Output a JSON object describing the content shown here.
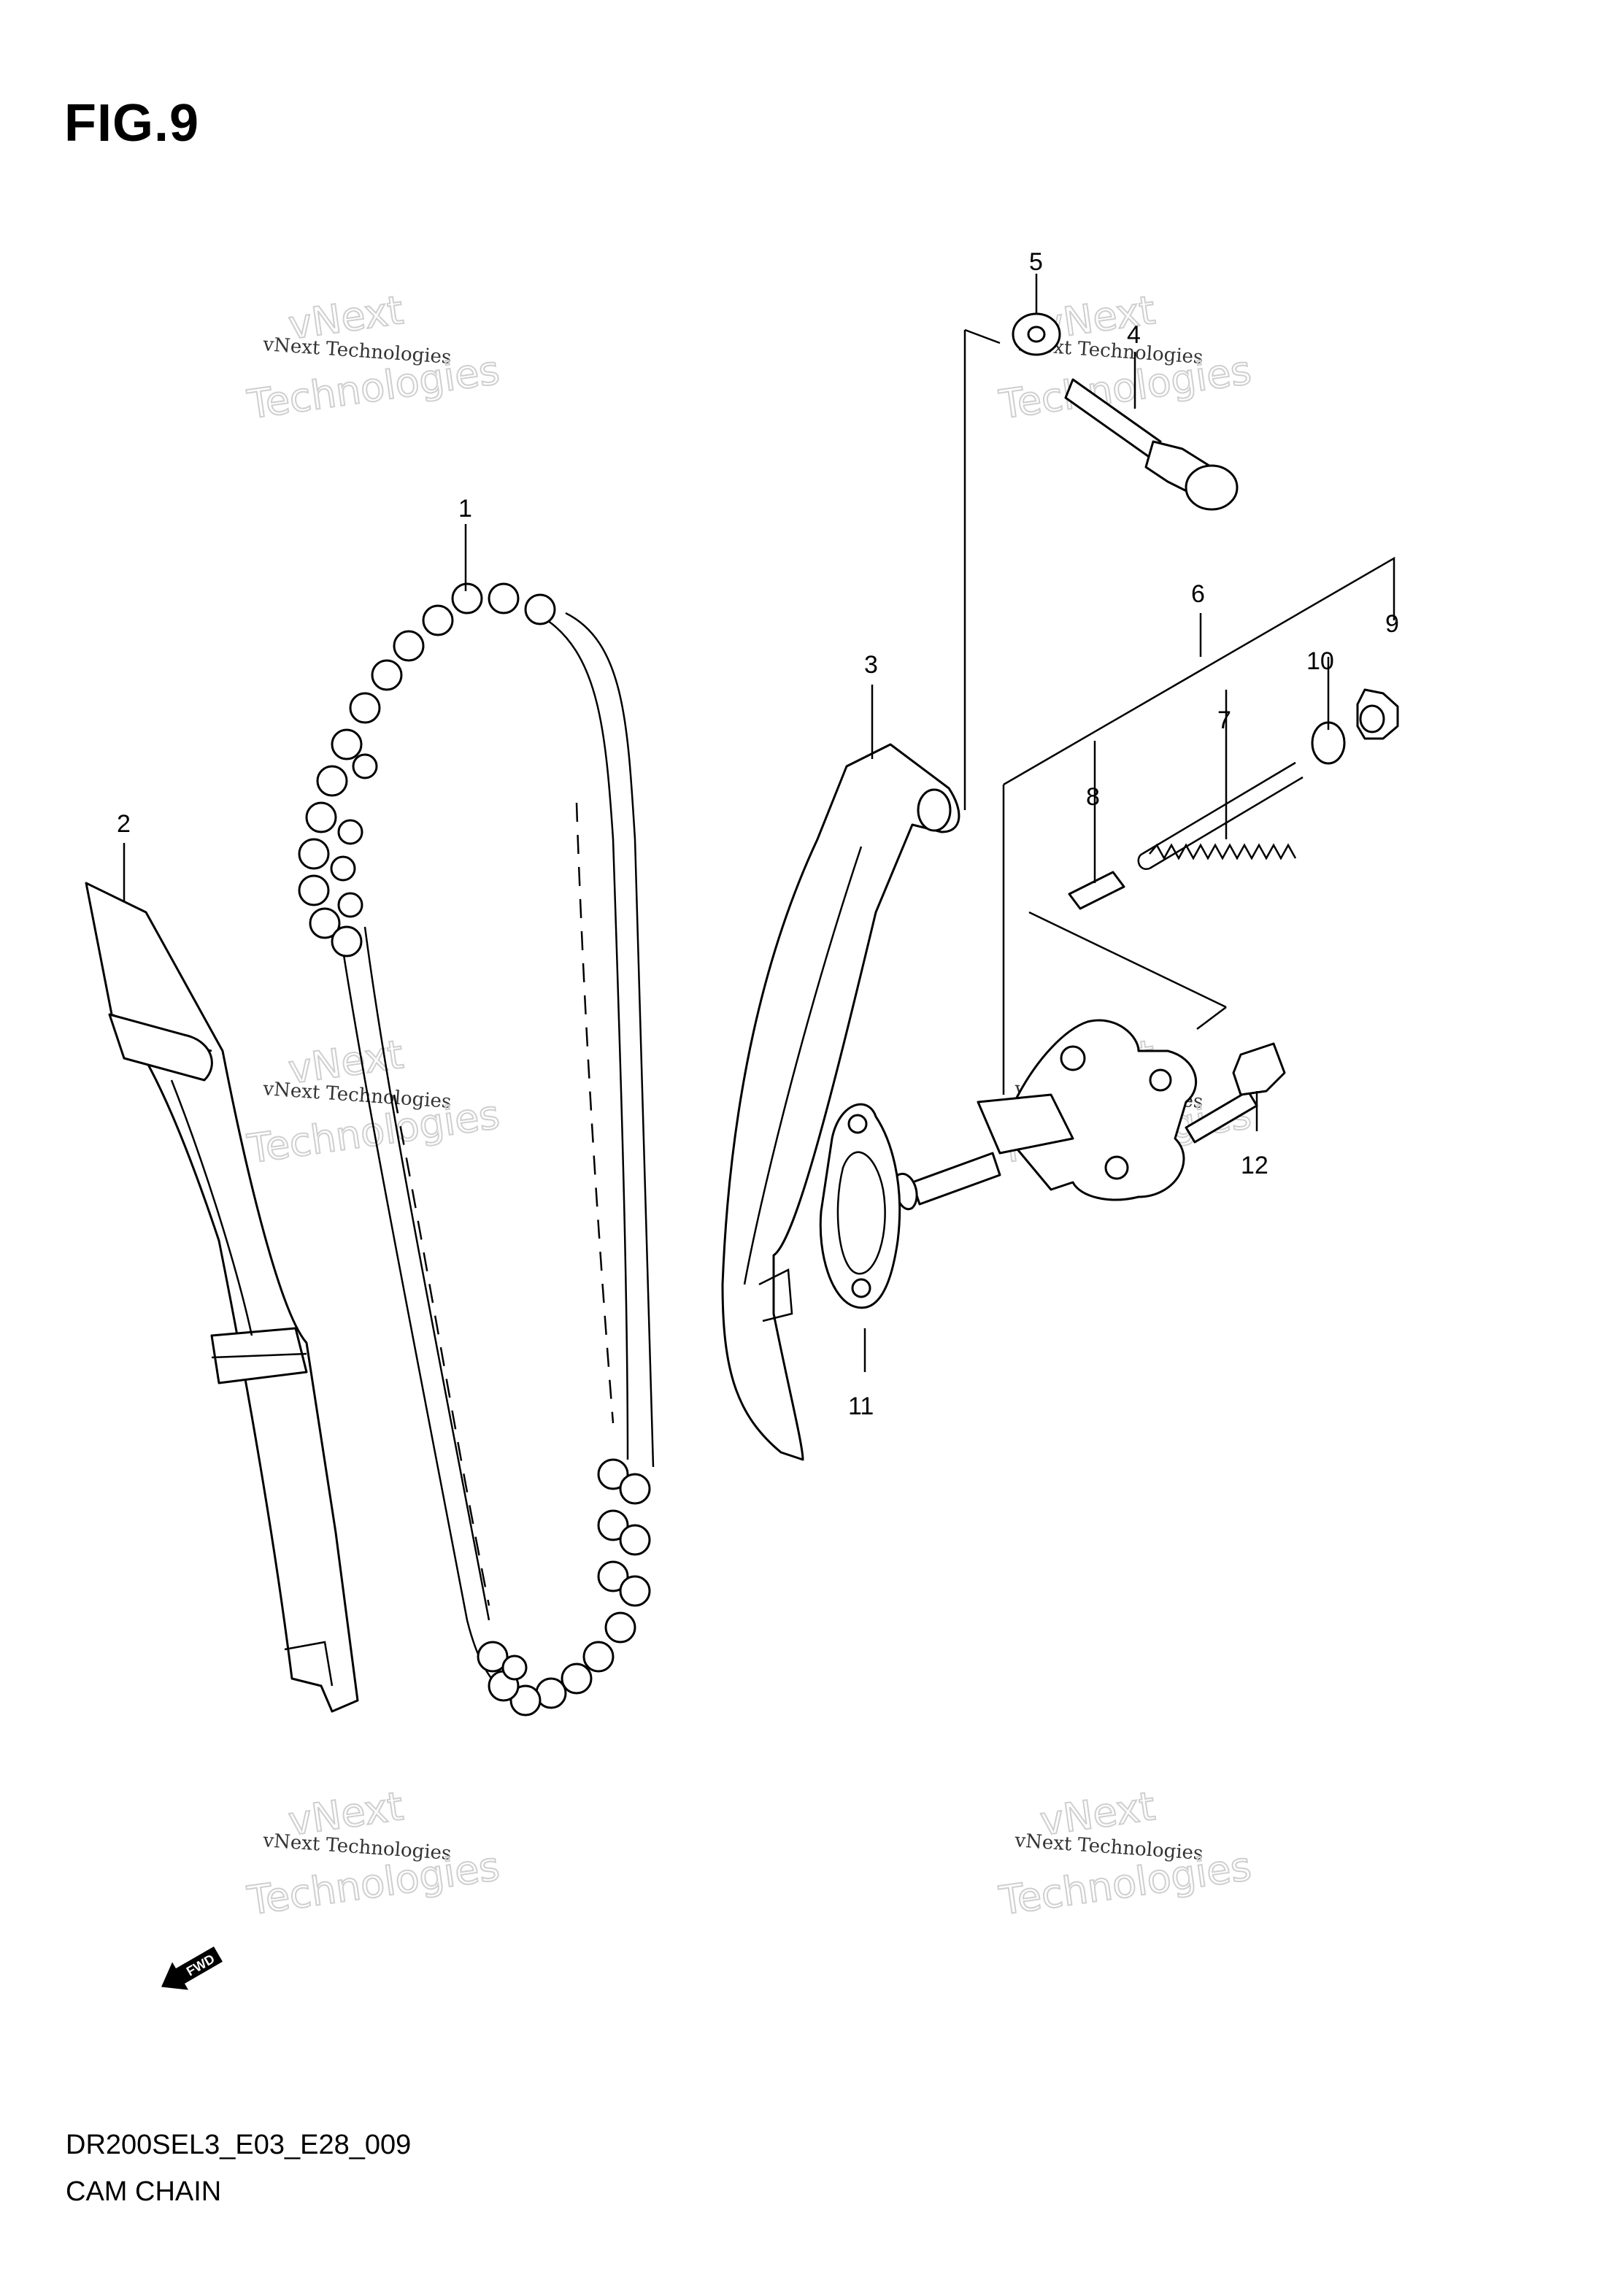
{
  "figure_title": "FIG.9",
  "footer": {
    "code": "DR200SEL3_E03_E28_009",
    "name": "CAM CHAIN"
  },
  "fwd_label": "FWD",
  "watermark": {
    "small": "vNext Technologies",
    "big_line1": "vNext",
    "big_line2": "Technologies"
  },
  "callouts": [
    {
      "id": "callout-1",
      "label": "1"
    },
    {
      "id": "callout-2",
      "label": "2"
    },
    {
      "id": "callout-3",
      "label": "3"
    },
    {
      "id": "callout-4",
      "label": "4"
    },
    {
      "id": "callout-5",
      "label": "5"
    },
    {
      "id": "callout-6",
      "label": "6"
    },
    {
      "id": "callout-7",
      "label": "7"
    },
    {
      "id": "callout-8",
      "label": "8"
    },
    {
      "id": "callout-9",
      "label": "9"
    },
    {
      "id": "callout-10",
      "label": "10"
    },
    {
      "id": "callout-11",
      "label": "11"
    },
    {
      "id": "callout-12",
      "label": "12"
    }
  ]
}
